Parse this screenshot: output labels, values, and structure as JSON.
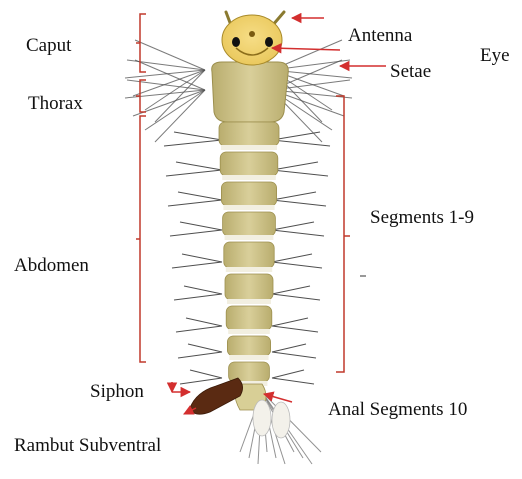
{
  "labels": {
    "caput": "Caput",
    "thorax": "Thorax",
    "abdomen": "Abdomen",
    "siphon": "Siphon",
    "rambut_subventral": "Rambut Subventral",
    "antenna": "Antenna",
    "eye": "Eye",
    "setae": "Setae",
    "segments": "Segments 1-9",
    "anal_segments": "Anal Segments 10"
  },
  "colors": {
    "bracket": "#c0392b",
    "arrow": "#d32f2f",
    "head": "#e9c75a",
    "body": "#d9cf9a",
    "segment_band": "#f2efe1",
    "seta": "#4f4f4f"
  }
}
